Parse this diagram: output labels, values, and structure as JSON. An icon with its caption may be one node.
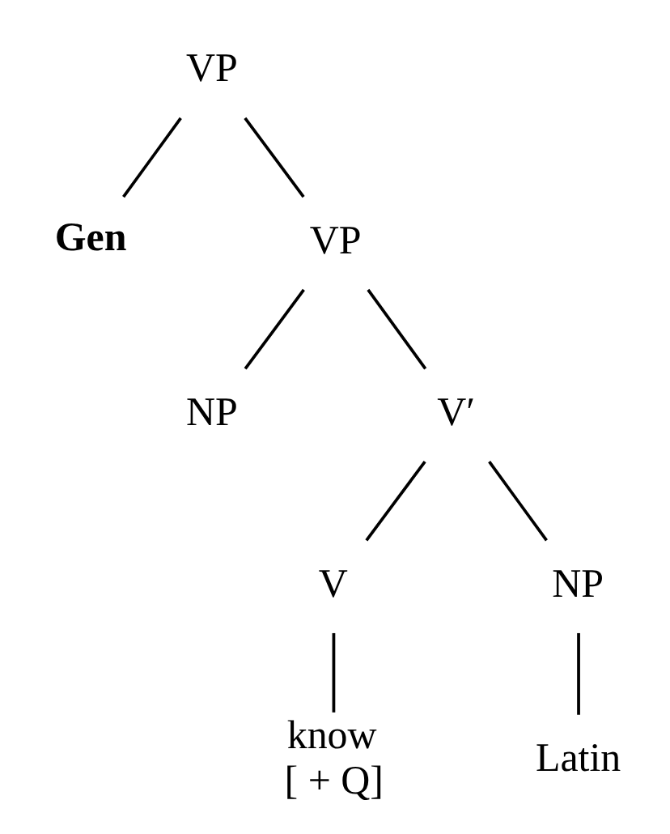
{
  "diagram": {
    "nodes": [
      {
        "text": [
          "VP"
        ]
      },
      {
        "text": [
          "Gen"
        ]
      },
      {
        "text": [
          "VP"
        ]
      },
      {
        "text": [
          "NP"
        ]
      },
      {
        "text": [
          "V′"
        ]
      },
      {
        "text": [
          "V"
        ]
      },
      {
        "text": [
          "NP"
        ]
      },
      {
        "text": [
          "know",
          "[ + Q]"
        ]
      },
      {
        "text": [
          "Latin"
        ]
      }
    ],
    "edges": [
      {
        "from": 0,
        "to": 1,
        "arrow": "none"
      },
      {
        "from": 0,
        "to": 2,
        "arrow": "none"
      },
      {
        "from": 2,
        "to": 3,
        "arrow": "none"
      },
      {
        "from": 2,
        "to": 4,
        "arrow": "none"
      },
      {
        "from": 4,
        "to": 5,
        "arrow": "none"
      },
      {
        "from": 4,
        "to": 6,
        "arrow": "none"
      },
      {
        "from": 5,
        "to": 7,
        "arrow": "none"
      },
      {
        "from": 6,
        "to": 8,
        "arrow": "none"
      }
    ]
  }
}
